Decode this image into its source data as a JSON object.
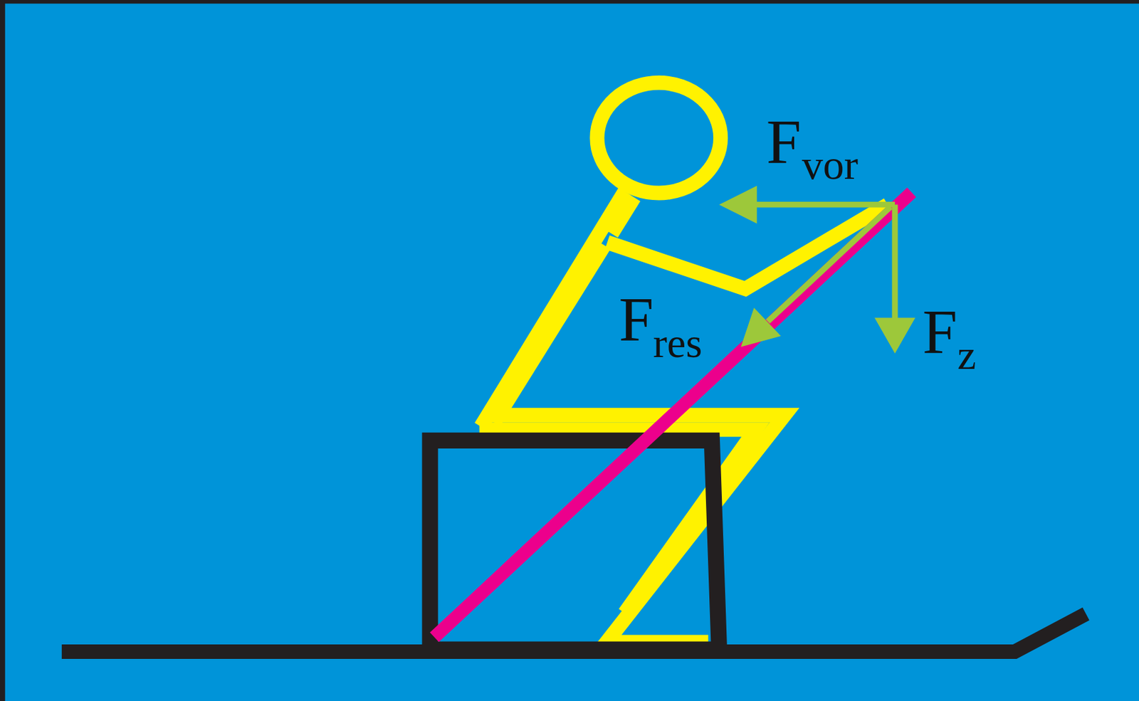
{
  "diagram": {
    "labels": [
      "F",
      "vor",
      "F",
      "res",
      "F",
      "z"
    ]
  }
}
